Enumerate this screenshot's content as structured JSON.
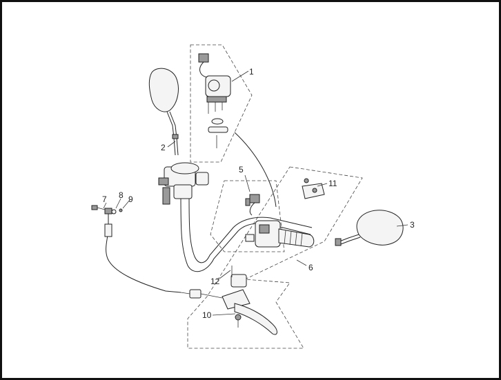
{
  "diagram": {
    "callouts": [
      {
        "id": "c1",
        "text": "1"
      },
      {
        "id": "c2",
        "text": "2"
      },
      {
        "id": "c3",
        "text": "3"
      },
      {
        "id": "c5",
        "text": "5"
      },
      {
        "id": "c6",
        "text": "6"
      },
      {
        "id": "c7",
        "text": "7"
      },
      {
        "id": "c8",
        "text": "8"
      },
      {
        "id": "c9",
        "text": "9"
      },
      {
        "id": "c10",
        "text": "10"
      },
      {
        "id": "c11",
        "text": "11"
      },
      {
        "id": "c12",
        "text": "12"
      }
    ]
  }
}
